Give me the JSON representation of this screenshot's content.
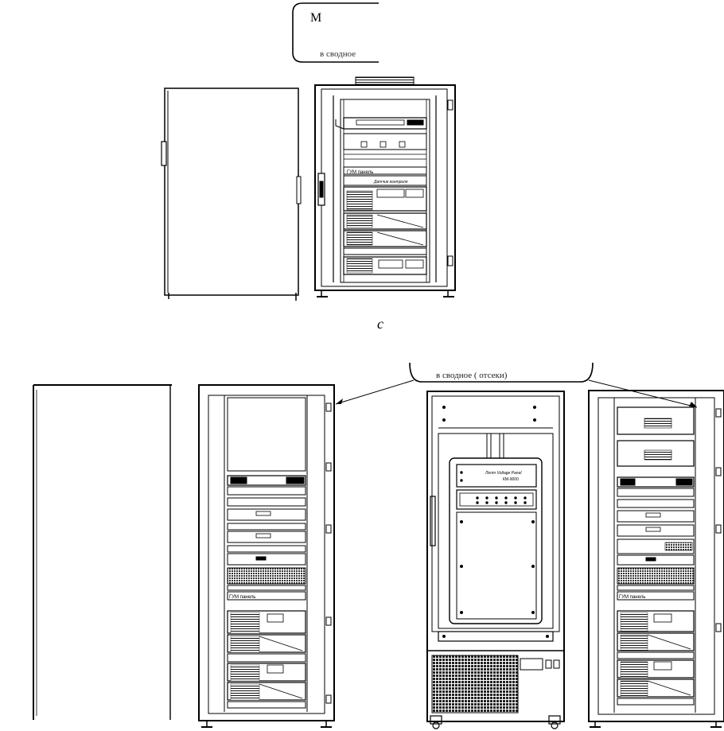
{
  "callout_top": {
    "line1": "М",
    "line2": "в сводное"
  },
  "callout_bottom": {
    "text": "в сводное ( отсеки)"
  },
  "figure_label": "с",
  "equipment_labels": {
    "rack_top_panel": "ГУМ панель",
    "rack_top_display": "Датчик контроля",
    "rack1_panel": "ГУМ панель",
    "rack2_device": "Лепт Voltage Panel",
    "rack2_device_model": "КМ-9000",
    "rack3_panel": "ГУМ панель"
  }
}
